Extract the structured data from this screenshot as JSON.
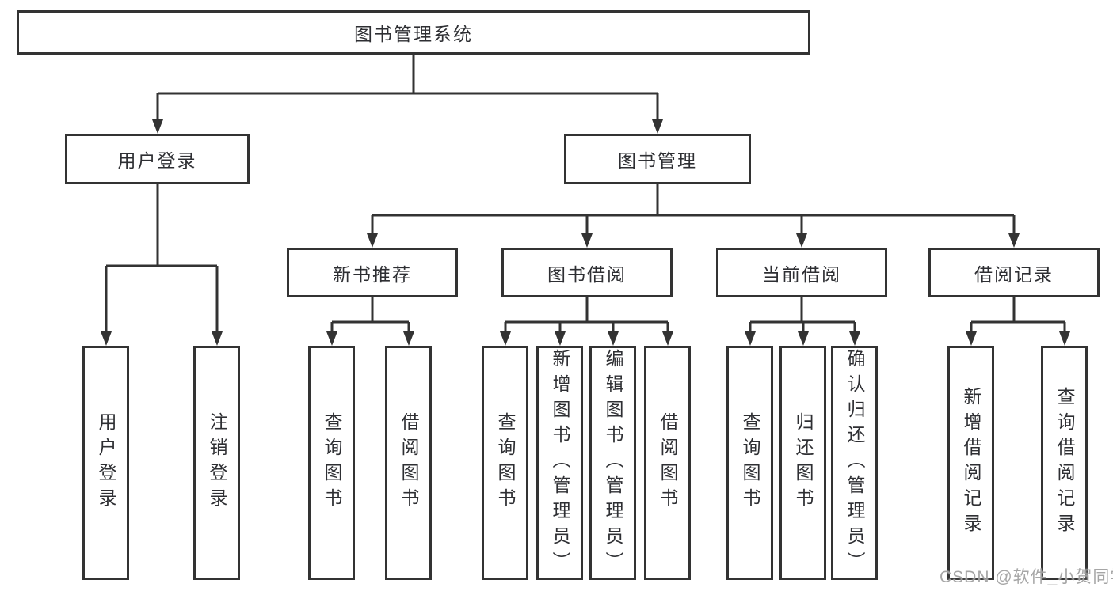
{
  "diagram": {
    "title": "图书管理系统",
    "level2": {
      "user_login": "用户登录",
      "book_mgmt": "图书管理"
    },
    "level3": {
      "new_book_rec": "新书推荐",
      "book_borrow": "图书借阅",
      "current_borrow": "当前借阅",
      "borrow_record": "借阅记录"
    },
    "leaves": {
      "user_login": "用户登录",
      "logout": "注销登录",
      "rec_query_book": "查询图书",
      "rec_borrow_book": "借阅图书",
      "bb_query_book": "查询图书",
      "bb_add_book": "新增图书（管理员）",
      "bb_edit_book": "编辑图书（管理员）",
      "bb_borrow_book": "借阅图书",
      "cb_query_book": "查询图书",
      "cb_return_book": "归还图书",
      "cb_confirm_return": "确认归还（管理员）",
      "br_add_record": "新增借阅记录",
      "br_query_record": "查询借阅记录"
    }
  },
  "watermark": "CSDN @软件_小贺同学",
  "colors": {
    "line": "#333333",
    "text": "#2e2f33",
    "watermark": "#9e9e9e",
    "background": "#ffffff"
  }
}
